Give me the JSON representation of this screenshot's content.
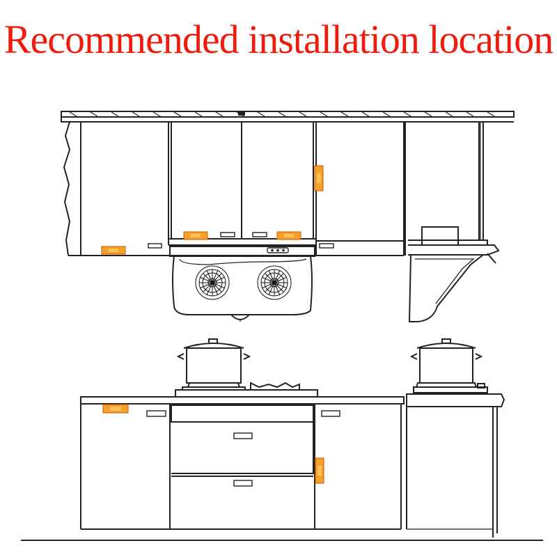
{
  "title": {
    "text": "Recommended installation location",
    "color": "#ee1c0c"
  },
  "illustration": {
    "subject": "kitchen cabinets with marked latch installation locations",
    "marker_color": "#f5a02a",
    "marker_edge_color": "#c65a00",
    "line_color": "#222222",
    "markers": [
      {
        "name": "marker-upper-left-cabinet",
        "orientation": "horizontal"
      },
      {
        "name": "marker-upper-left-double-door",
        "orientation": "horizontal"
      },
      {
        "name": "marker-upper-right-double-door",
        "orientation": "horizontal"
      },
      {
        "name": "marker-upper-right-cabinet-side",
        "orientation": "vertical"
      },
      {
        "name": "marker-lower-left-cabinet",
        "orientation": "horizontal"
      },
      {
        "name": "marker-lower-right-cabinet-side",
        "orientation": "vertical"
      }
    ],
    "appliances": [
      "range-hood-icon",
      "side-hood-icon",
      "gas-stove-icon",
      "cooking-pot-icon",
      "induction-cooker-icon"
    ]
  }
}
